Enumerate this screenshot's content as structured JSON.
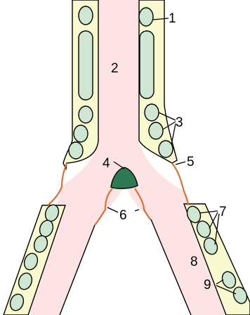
{
  "colors": {
    "lumen": "#fde3e3",
    "wall": "#fafad0",
    "cell": "#cfe6d3",
    "node": "#2f7a55",
    "outline": "#000000",
    "cut_edge": "#d8723c"
  },
  "labels": [
    "1",
    "2",
    "3",
    "4",
    "5",
    "6",
    "7",
    "8",
    "9"
  ]
}
